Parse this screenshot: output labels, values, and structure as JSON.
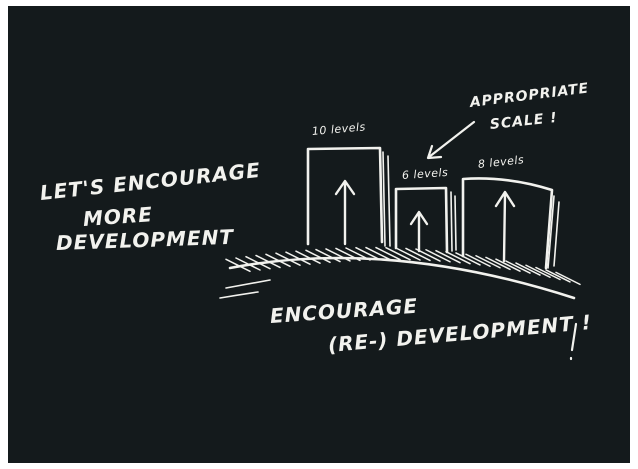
{
  "left_note": [
    "LET'S ENCOURAGE",
    "MORE",
    "DEVELOPMENT"
  ],
  "bottom_note": [
    "ENCOURAGE",
    "(RE-) DEVELOPMENT !"
  ],
  "callout": [
    "APPROPRIATE",
    "SCALE !"
  ],
  "buildings": [
    {
      "label": "10 levels",
      "levels": 10
    },
    {
      "label": "6 levels",
      "levels": 6
    },
    {
      "label": "8 levels",
      "levels": 8
    }
  ]
}
